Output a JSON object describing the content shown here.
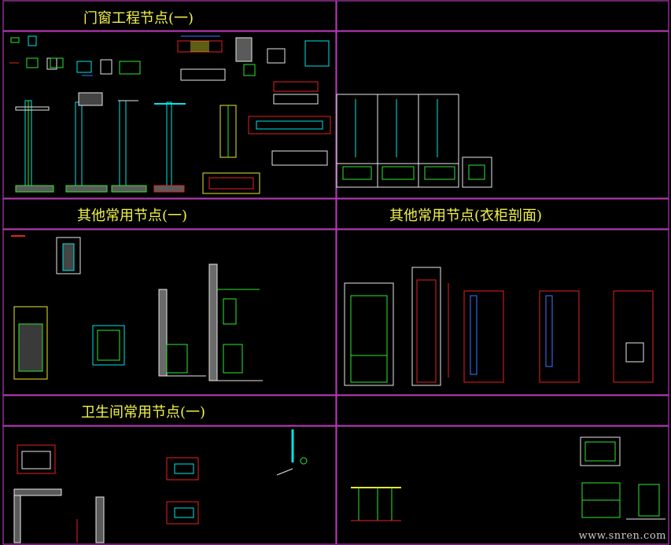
{
  "sheet": {
    "panels": [
      {
        "id": "door-window-nodes-1",
        "title": "门窗工程节点(一)"
      },
      {
        "id": "blank-top-right",
        "title": ""
      },
      {
        "id": "other-common-nodes-1",
        "title": "其他常用节点(一)"
      },
      {
        "id": "other-common-nodes-wardrobe",
        "title": "其他常用节点(衣柜剖面)"
      },
      {
        "id": "bathroom-common-nodes-1",
        "title": "卫生间常用节点(一)"
      },
      {
        "id": "blank-bottom-right",
        "title": ""
      }
    ]
  },
  "watermark": "www.snren.com",
  "colors": {
    "background": "#000000",
    "frame": "#b03ab0",
    "title": "#f2f24a",
    "cyan": "#00e5e5",
    "green": "#2ee82e",
    "red": "#e82020",
    "white": "#e8e8e8",
    "yellow": "#e8e830",
    "blue": "#3a7bff",
    "hatch": "#7a7a7a"
  }
}
